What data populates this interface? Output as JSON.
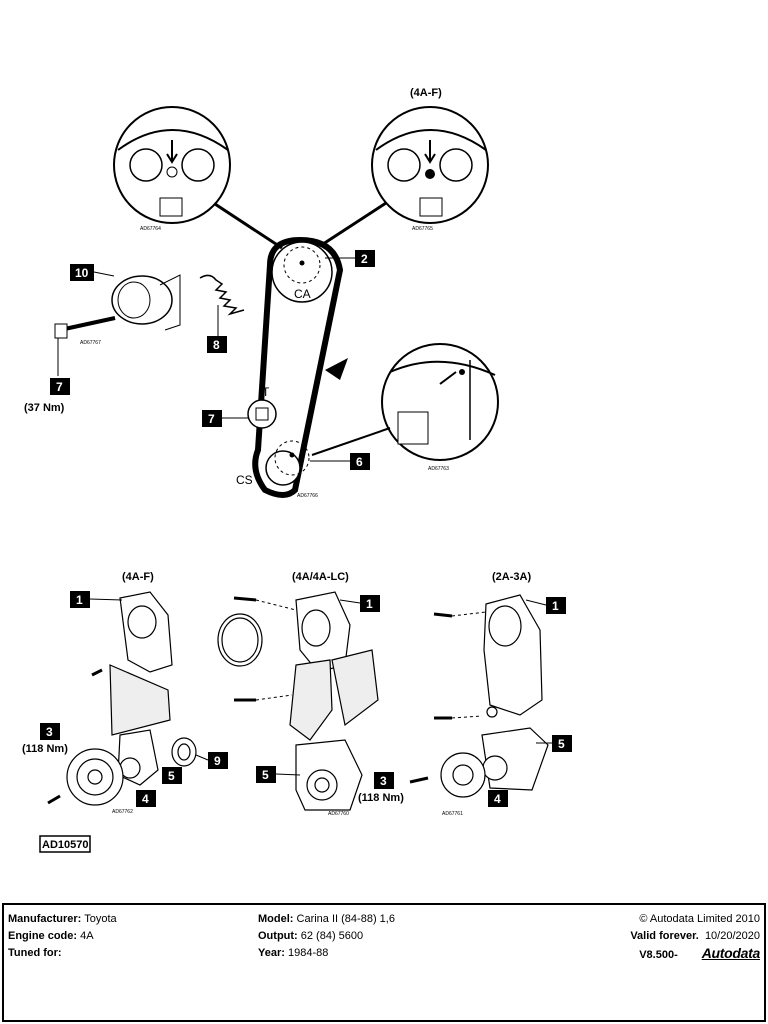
{
  "diagram": {
    "top_variant_label": "(4A-F)",
    "sprocket_labels": {
      "camshaft": "CA",
      "crankshaft": "CS",
      "tensioner": "T"
    },
    "callouts": {
      "c1": "1",
      "c2": "2",
      "c3": "3",
      "c4": "4",
      "c5": "5",
      "c6": "6",
      "c7": "7",
      "c8": "8",
      "c9": "9",
      "c10": "10"
    },
    "torques": {
      "tensioner_bolt": "(37 Nm)",
      "crank_bolt": "(118 Nm)"
    },
    "ref_codes": {
      "cam_left": "AD67764",
      "cam_right": "AD67765",
      "tensioner": "AD67767",
      "crank_detail": "AD67763",
      "belt": "AD67766",
      "cover_left": "AD67762",
      "cover_mid": "AD67760",
      "cover_right": "AD67761",
      "main": "AD10570"
    },
    "variant_labels": {
      "left": "(4A-F)",
      "middle": "(4A/4A-LC)",
      "right": "(2A-3A)"
    }
  },
  "footer": {
    "manufacturer_label": "Manufacturer:",
    "manufacturer_value": "Toyota",
    "engine_label": "Engine code:",
    "engine_value": "4A",
    "tuned_label": "Tuned for:",
    "model_label": "Model:",
    "model_value": "Carina II (84-88) 1,6",
    "output_label": "Output:",
    "output_value": "62 (84) 5600",
    "year_label": "Year:",
    "year_value": "1984-88",
    "copyright": "© Autodata Limited 2010",
    "valid_label": "Valid forever.",
    "valid_date": "10/20/2020",
    "version": "V8.500-",
    "brand": "Autodata"
  }
}
